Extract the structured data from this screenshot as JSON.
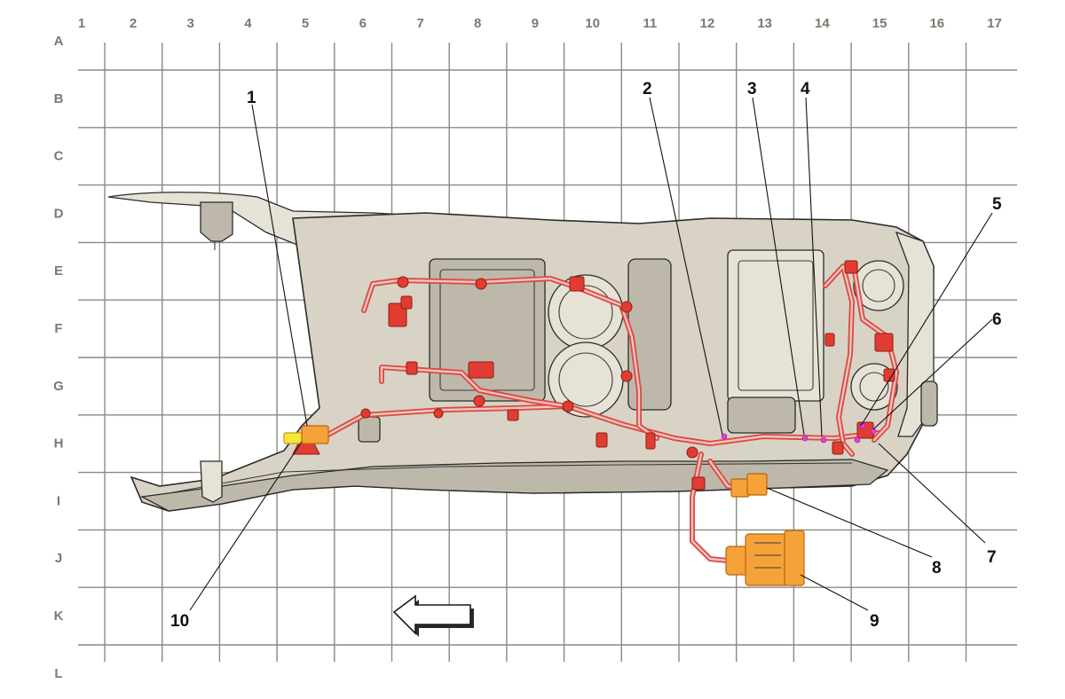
{
  "grid": {
    "columns": [
      "1",
      "2",
      "3",
      "4",
      "5",
      "6",
      "7",
      "8",
      "9",
      "10",
      "11",
      "12",
      "13",
      "14",
      "15",
      "16",
      "17"
    ],
    "rows": [
      "A",
      "B",
      "C",
      "D",
      "E",
      "F",
      "G",
      "H",
      "I",
      "J",
      "K",
      "L"
    ]
  },
  "callouts": [
    {
      "id": "1",
      "text": "1"
    },
    {
      "id": "2",
      "text": "2"
    },
    {
      "id": "3",
      "text": "3"
    },
    {
      "id": "4",
      "text": "4"
    },
    {
      "id": "5",
      "text": "5"
    },
    {
      "id": "6",
      "text": "6"
    },
    {
      "id": "7",
      "text": "7"
    },
    {
      "id": "8",
      "text": "8"
    },
    {
      "id": "9",
      "text": "9"
    },
    {
      "id": "10",
      "text": "10"
    }
  ],
  "direction_arrow": {
    "icon": "left-arrow-icon",
    "meaning": "forward"
  },
  "colors": {
    "console": "#d8d3c4",
    "harness": "#d94a44",
    "connector_red": "#e23c32",
    "connector_orange": "#f6a23a",
    "connector_yellow": "#f5e63a",
    "splice": "#e040e0",
    "grid": "#8a8a80"
  }
}
